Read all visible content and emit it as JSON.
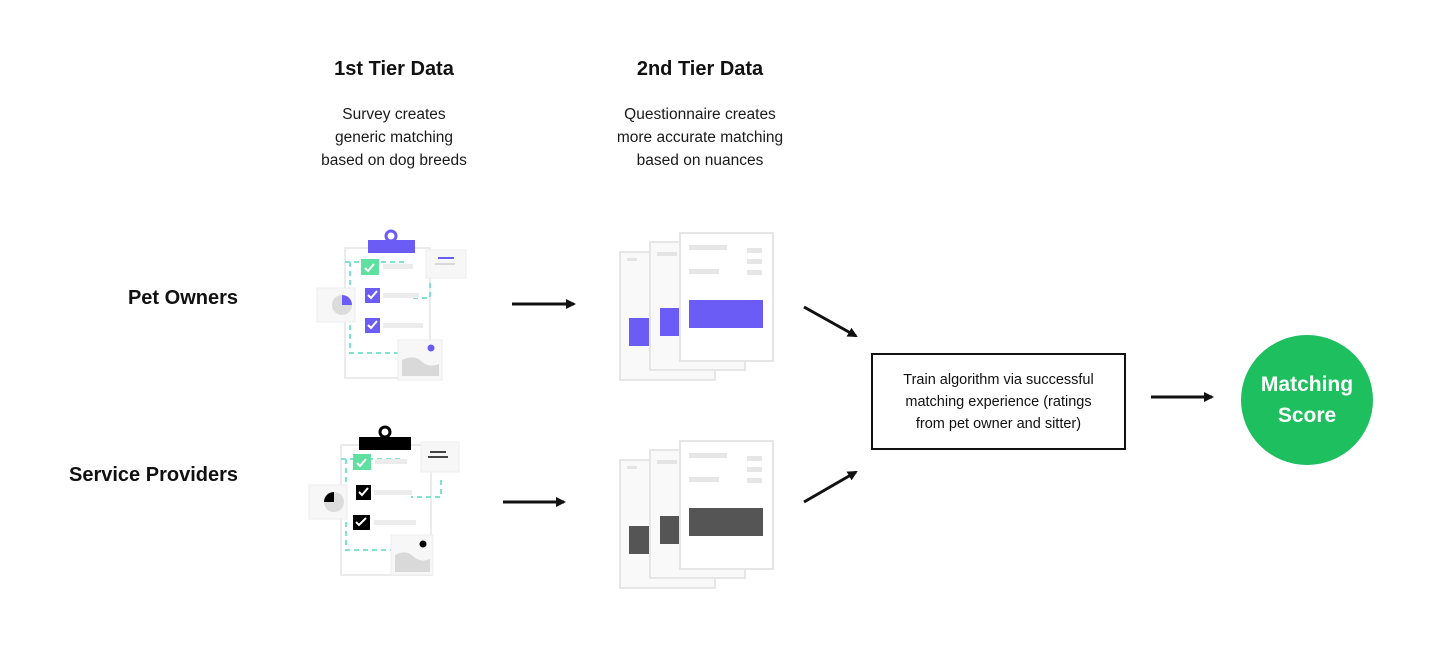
{
  "columns": [
    {
      "title": "1st Tier Data",
      "desc": [
        "Survey creates",
        "generic matching",
        "based on dog breeds"
      ]
    },
    {
      "title": "2nd Tier Data",
      "desc": [
        "Questionnaire creates",
        "more accurate matching",
        "based on nuances"
      ]
    }
  ],
  "rows": [
    {
      "label": "Pet Owners",
      "accent": "#6b5cf6"
    },
    {
      "label": "Service Providers",
      "accent": "#000000"
    }
  ],
  "train_box": {
    "lines": [
      "Train algorithm via successful",
      "matching experience (ratings",
      "from pet owner and sitter)"
    ]
  },
  "result": {
    "lines": [
      "Matching",
      "Score"
    ],
    "color": "#1dbf5e"
  },
  "colors": {
    "check_green": "#5fe0a0",
    "dash_teal": "#7fe3cf",
    "grey_bar": "#e6e6e6",
    "dark_bar": "#555555"
  },
  "icons": [
    "clipboard-icon",
    "checkbox-icon",
    "pie-chart-icon",
    "image-icon",
    "document-stack-icon",
    "arrow-icon"
  ]
}
